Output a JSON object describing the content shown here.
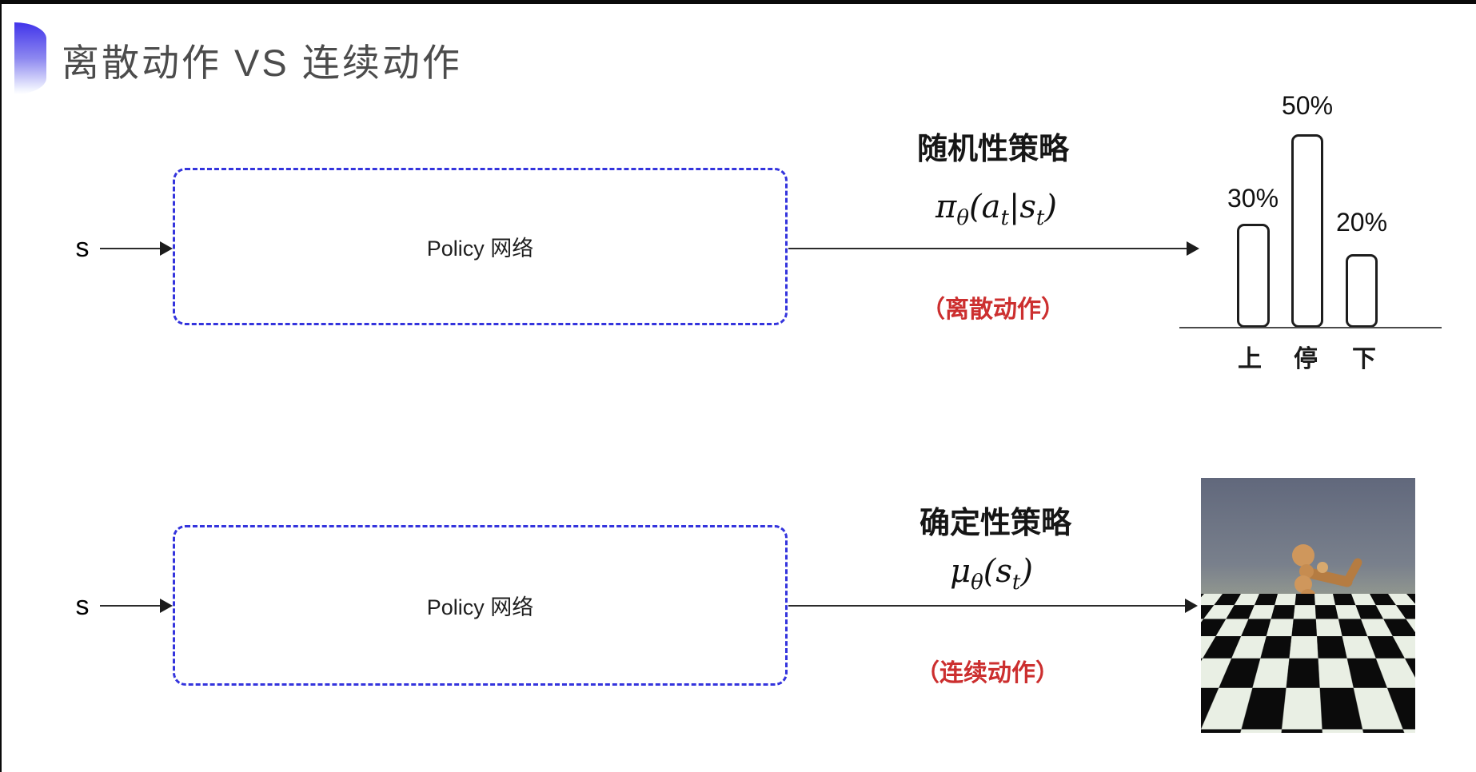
{
  "title": {
    "text": "离散动作 VS 连续动作"
  },
  "top_row": {
    "input_label": "s",
    "box_label": "Policy 网络",
    "policy_heading": "随机性策略",
    "formula": {
      "base": "π",
      "base_sub": "θ",
      "arg1": "(a",
      "arg1_sub": "t",
      "arg2": "|s",
      "arg2_sub": "t",
      "close": ")"
    },
    "action_note": "（离散动作）",
    "chart": {
      "type": "bar",
      "title": "",
      "categories": [
        "上",
        "停",
        "下"
      ],
      "values": [
        30,
        50,
        20
      ],
      "bars": [
        {
          "category": "上",
          "value": 30,
          "pct": "30%"
        },
        {
          "category": "停",
          "value": 50,
          "pct": "50%"
        },
        {
          "category": "下",
          "value": 20,
          "pct": "20%"
        }
      ]
    }
  },
  "bottom_row": {
    "input_label": "s",
    "box_label": "Policy 网络",
    "policy_heading": "确定性策略",
    "formula": {
      "base": "μ",
      "base_sub": "θ",
      "arg1": "(s",
      "arg1_sub": "t",
      "close": ")"
    },
    "action_note": "（连续动作）"
  },
  "colors": {
    "box_dash": "#3434dd",
    "accent_red": "#cc2f2f",
    "title_gray": "#4c4c4c"
  }
}
